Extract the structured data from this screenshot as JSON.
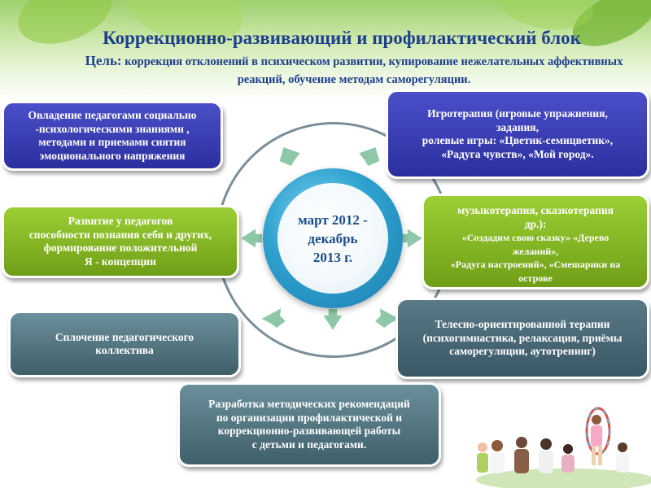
{
  "title": "Коррекционно-развивающий  и профилактический блок",
  "goal_label": "Цель:",
  "goal_text": "коррекция отклонений в психическом развитии, купирование нежелательных аффективных реакций, обучение  методам саморегуляции.",
  "center": {
    "line1": "март 2012 -",
    "line2": "декабрь",
    "line3": "2013 г."
  },
  "boxes": {
    "top_left": [
      "Овладение педагогами социально",
      "-психологическими знаниями ,",
      "методами и приемами снятия",
      "эмоционального напряжения"
    ],
    "top_right": [
      "Игротерапия  (игровые упражнения,",
      "задания,",
      "ролевые игры: «Цветик-семицветик»,",
      "«Радуга чувств», «Мой город»."
    ],
    "mid_left": [
      "Развитие у педагогов",
      "способности познания себя и других,",
      "формирование положительной",
      "Я - концепции"
    ],
    "mid_right": [
      "музыкотерапия, сказкотерапия",
      "др.):",
      "«Создадим свою сказку» «Дерево",
      "желаний»,",
      "«Радуга настроений», «Смешарики на",
      "острове"
    ],
    "low_left": [
      "Сплочение педагогического",
      "коллектива"
    ],
    "low_right": [
      "Телесно-ориентированной терапии",
      "(психогимнастика, релаксация, приёмы",
      "саморегуляции, аутотренинг)"
    ],
    "bottom": [
      "Разработка методических рекомендаций",
      "по организации профилактической и",
      "коррекционно-развивающей  работы",
      "с детьми и педагогами."
    ]
  },
  "colors": {
    "title": "#1e3f8e",
    "box_blue": "#3a3fb8",
    "box_green": "#86b825",
    "box_teal": "#1c86ad",
    "box_gray": "#557580",
    "arrow": "#8fc8a8"
  }
}
